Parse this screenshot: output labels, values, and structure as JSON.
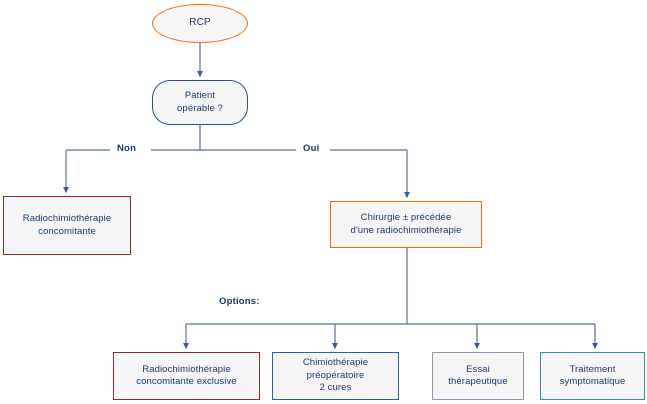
{
  "diagram": {
    "title_text": "RCP",
    "language": "fr",
    "colors": {
      "text": "#1f3864",
      "orange": "#e2711d",
      "blue": "#2e5fa3",
      "navy": "#30508f",
      "maroon": "#8b2e2a",
      "purple": "#9b95ab",
      "teal": "#3b8c99",
      "connector": "#5a6fa0",
      "node_fill": "#f5f5f5",
      "background": "#ffffff"
    },
    "nodes": {
      "start": {
        "label": "RCP",
        "shape": "ellipse",
        "border_color": "#e2711d"
      },
      "decision": {
        "line1": "Patient",
        "line2": "opérable ?",
        "shape": "rounded-rectangle",
        "border_color": "#30508f"
      },
      "non_branch": {
        "line1": "Radiochimiothérapie",
        "line2": "concomitante",
        "shape": "rectangle",
        "border_color": "#8b2e2a"
      },
      "oui_branch": {
        "line1": "Chirurgie ± précédée",
        "line2": "d'une radiochimiothérapie",
        "shape": "rectangle",
        "border_color": "#e2711d"
      }
    },
    "edge_labels": {
      "non": "Non",
      "oui": "Oui",
      "options": "Options:"
    },
    "options": [
      {
        "line1": "Radiochimiothérapie",
        "line2": "concomitante exclusive",
        "line3": "",
        "border_color": "#8b2e2a"
      },
      {
        "line1": "Chimiothérapie",
        "line2": "préopératoire",
        "line3": "2 cures",
        "border_color": "#2e5fa3"
      },
      {
        "line1": "Essai",
        "line2": "thérapeutique",
        "line3": "",
        "border_color": "#9b95ab"
      },
      {
        "line1": "Traitement",
        "line2": "symptomatique",
        "line3": "",
        "border_color": "#3b8c99"
      }
    ]
  }
}
